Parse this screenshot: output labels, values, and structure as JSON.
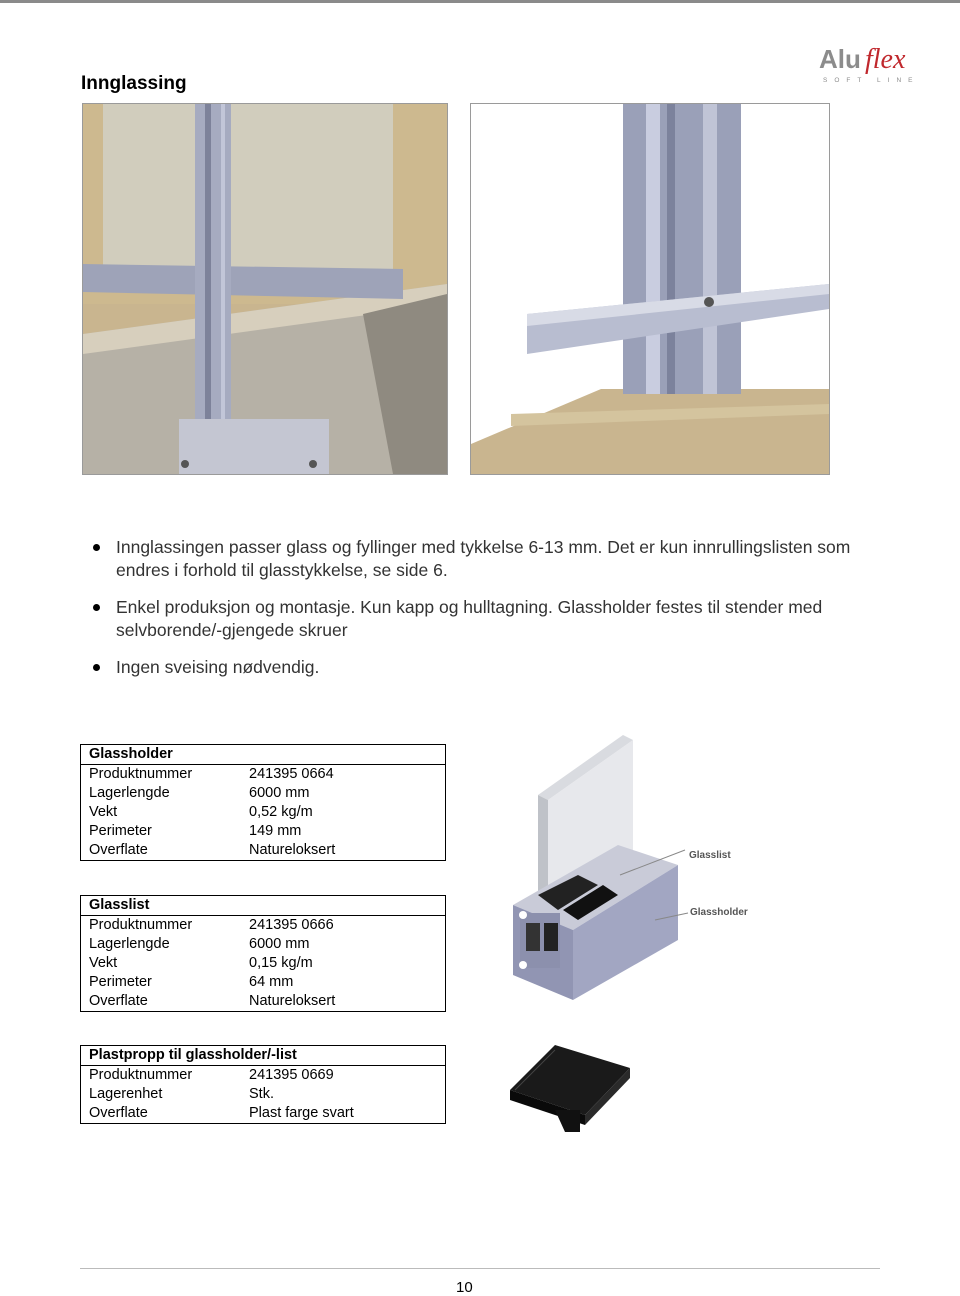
{
  "header": {
    "logo_text": "Aluflex",
    "logo_sub": "SOFT LINE",
    "section_title": "Innglassing"
  },
  "bullets": [
    "Innglassingen passer glass og fyllinger med tykkelse 6-13 mm. Det er kun innrullingslisten som endres i forhold til glasstykkelse, se side 6.",
    "Enkel produksjon og montasje. Kun kapp og hulltagning. Glassholder festes til stender med selvborende/-gjengede skruer",
    "Ingen sveising nødvendig."
  ],
  "tables": [
    {
      "title": "Glassholder",
      "rows": [
        {
          "key": "Produktnummer",
          "value": "241395 0664"
        },
        {
          "key": "Lagerlengde",
          "value": "6000 mm"
        },
        {
          "key": "Vekt",
          "value": "0,52 kg/m"
        },
        {
          "key": "Perimeter",
          "value": "149 mm"
        },
        {
          "key": "Overflate",
          "value": "Natureloksert"
        }
      ]
    },
    {
      "title": "Glasslist",
      "rows": [
        {
          "key": "Produktnummer",
          "value": "241395 0666"
        },
        {
          "key": "Lagerlengde",
          "value": "6000 mm"
        },
        {
          "key": "Vekt",
          "value": "0,15 kg/m"
        },
        {
          "key": "Perimeter",
          "value": "64 mm"
        },
        {
          "key": "Overflate",
          "value": "Natureloksert"
        }
      ]
    },
    {
      "title": "Plastpropp til glassholder/-list",
      "rows": [
        {
          "key": "Produktnummer",
          "value": "241395 0669"
        },
        {
          "key": "Lagerenhet",
          "value": "Stk."
        },
        {
          "key": "Overflate",
          "value": "Plast farge svart"
        }
      ]
    }
  ],
  "callouts": {
    "glasslist": "Glasslist",
    "glassholder": "Glassholder"
  },
  "footer": {
    "page_number": "10"
  },
  "colors": {
    "logo_gray": "#8c8c8c",
    "logo_red": "#c0282d",
    "concrete": "#c9b99a",
    "profile": "#a8adc4"
  }
}
